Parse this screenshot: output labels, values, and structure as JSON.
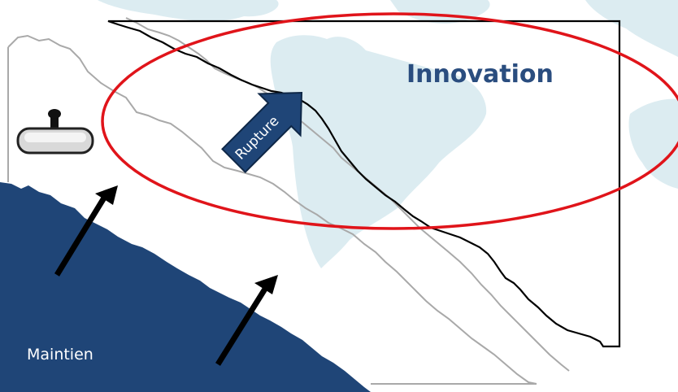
{
  "labels": {
    "innovation": "Innovation",
    "rupture": "Rupture",
    "maintien": "Maintien"
  },
  "colors": {
    "navy": "#1f4577",
    "label_blue": "#2a4d7f",
    "highlight_red": "#e0141a",
    "map_tint": "#dcecf1",
    "boundary_gray": "#a9a9a9",
    "line_black": "#000000"
  },
  "icons": {
    "rear_view_mirror": "rear-view-mirror-icon"
  }
}
